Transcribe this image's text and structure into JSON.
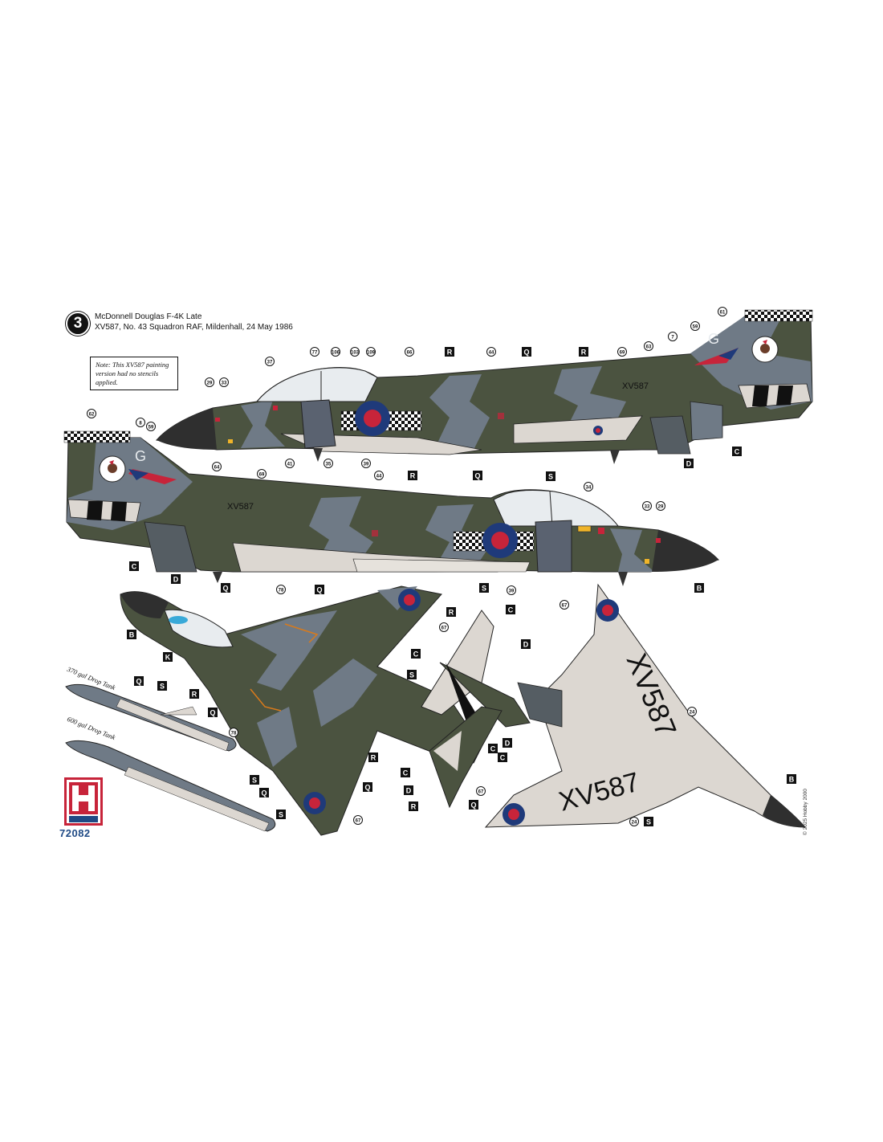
{
  "header": {
    "profile_number": "3",
    "aircraft_type": "McDonnell Douglas F-4K Late",
    "subtitle": "XV587, No. 43 Squadron RAF, Mildenhall, 24 May 1986"
  },
  "note": "Note: This XV587 painting version had no stencils applied.",
  "serial": "XV587",
  "fin_code": "G",
  "tanks": {
    "tank1": "370 gal Drop Tank",
    "tank2": "600 gal Drop Tank"
  },
  "brand": {
    "logo_letter": "H",
    "logo_text": "HOBBY 2000",
    "kit_number": "72082",
    "copyright": "© 2025 Hobby 2000"
  },
  "colors": {
    "dark_green": "#4b5340",
    "dark_sea_grey": "#6f7a86",
    "light_aircraft_grey": "#dcd7d1",
    "roundel_blue": "#1f3a7a",
    "roundel_red": "#c7243a",
    "black": "#1a1a1a"
  },
  "callouts": {
    "profile1": [
      "61",
      "59",
      "7",
      "63",
      "69",
      "R",
      "Q",
      "R",
      "44",
      "66",
      "109",
      "103",
      "106",
      "77",
      "37",
      "29",
      "33",
      "41",
      "35",
      "39",
      "S",
      "D",
      "C"
    ],
    "profile2": [
      "62",
      "8",
      "59",
      "64",
      "69",
      "44",
      "R",
      "Q",
      "34",
      "33",
      "29",
      "C",
      "D",
      "S",
      "39",
      "B"
    ],
    "top": [
      "Q",
      "78",
      "Q",
      "R",
      "67",
      "B",
      "K",
      "R",
      "Q",
      "78",
      "R",
      "Q",
      "67"
    ],
    "tanks": [
      "Q",
      "S",
      "S",
      "Q",
      "S"
    ],
    "center": [
      "C",
      "C",
      "S",
      "D",
      "D",
      "C",
      "C",
      "C",
      "D",
      "R",
      "Q"
    ],
    "bottom": [
      "67",
      "24",
      "24",
      "B",
      "S",
      "67"
    ]
  }
}
